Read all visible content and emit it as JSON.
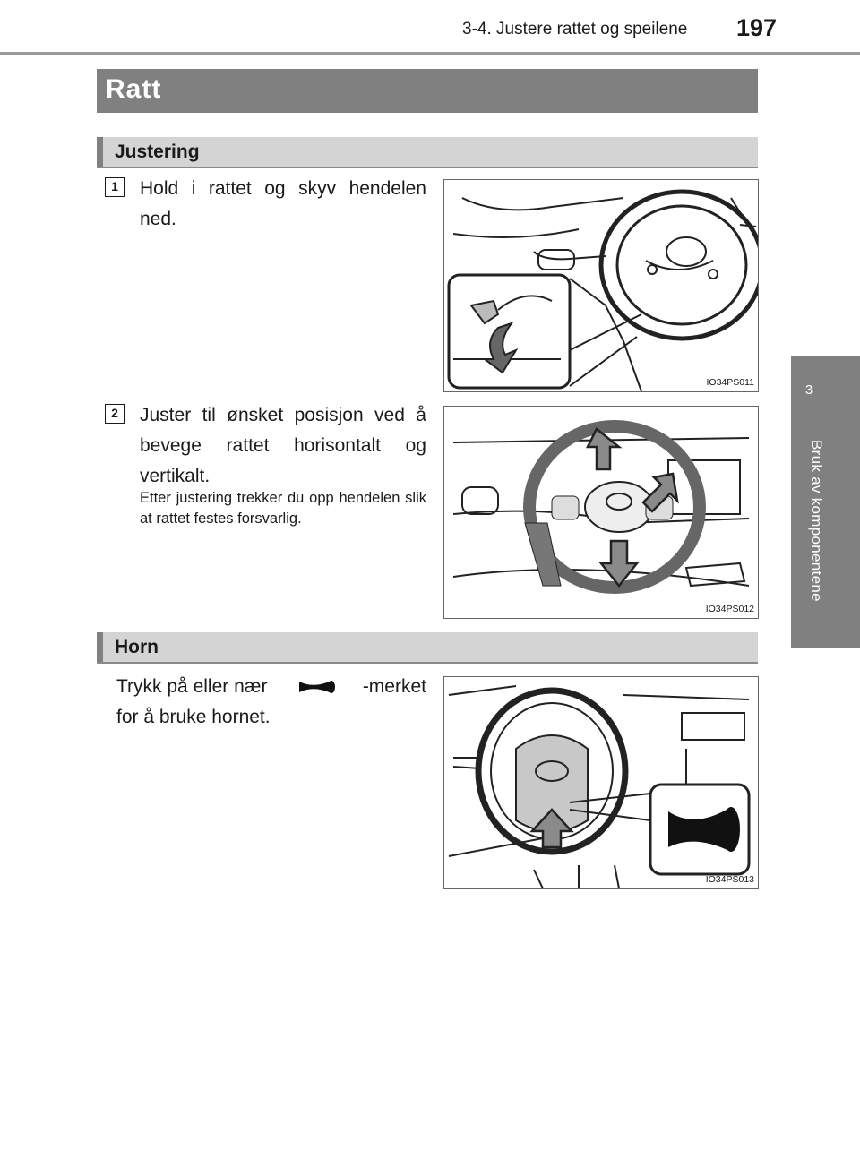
{
  "header": {
    "section": "3-4. Justere rattet og speilene",
    "page_number": "197"
  },
  "side_tab": {
    "chapter_number": "3",
    "chapter_title": "Bruk av komponentene"
  },
  "title": "Ratt",
  "sections": {
    "adjustment": {
      "heading": "Justering",
      "steps": [
        {
          "number": "1",
          "text": "Hold i rattet og skyv hendelen ned.",
          "figure_code": "IO34PS011"
        },
        {
          "number": "2",
          "text": "Juster til ønsket posisjon ved å bevege rattet horisontalt og vertikalt.",
          "note": "Etter justering trekker du opp hendelen slik at rattet festes forsvarlig.",
          "figure_code": "IO34PS012"
        }
      ]
    },
    "horn": {
      "heading": "Horn",
      "text_before": "Trykk på eller nær",
      "text_after": "-merket",
      "text_line2": "for å bruke hornet.",
      "figure_code": "IO34PS013",
      "icon": "horn-icon"
    }
  }
}
